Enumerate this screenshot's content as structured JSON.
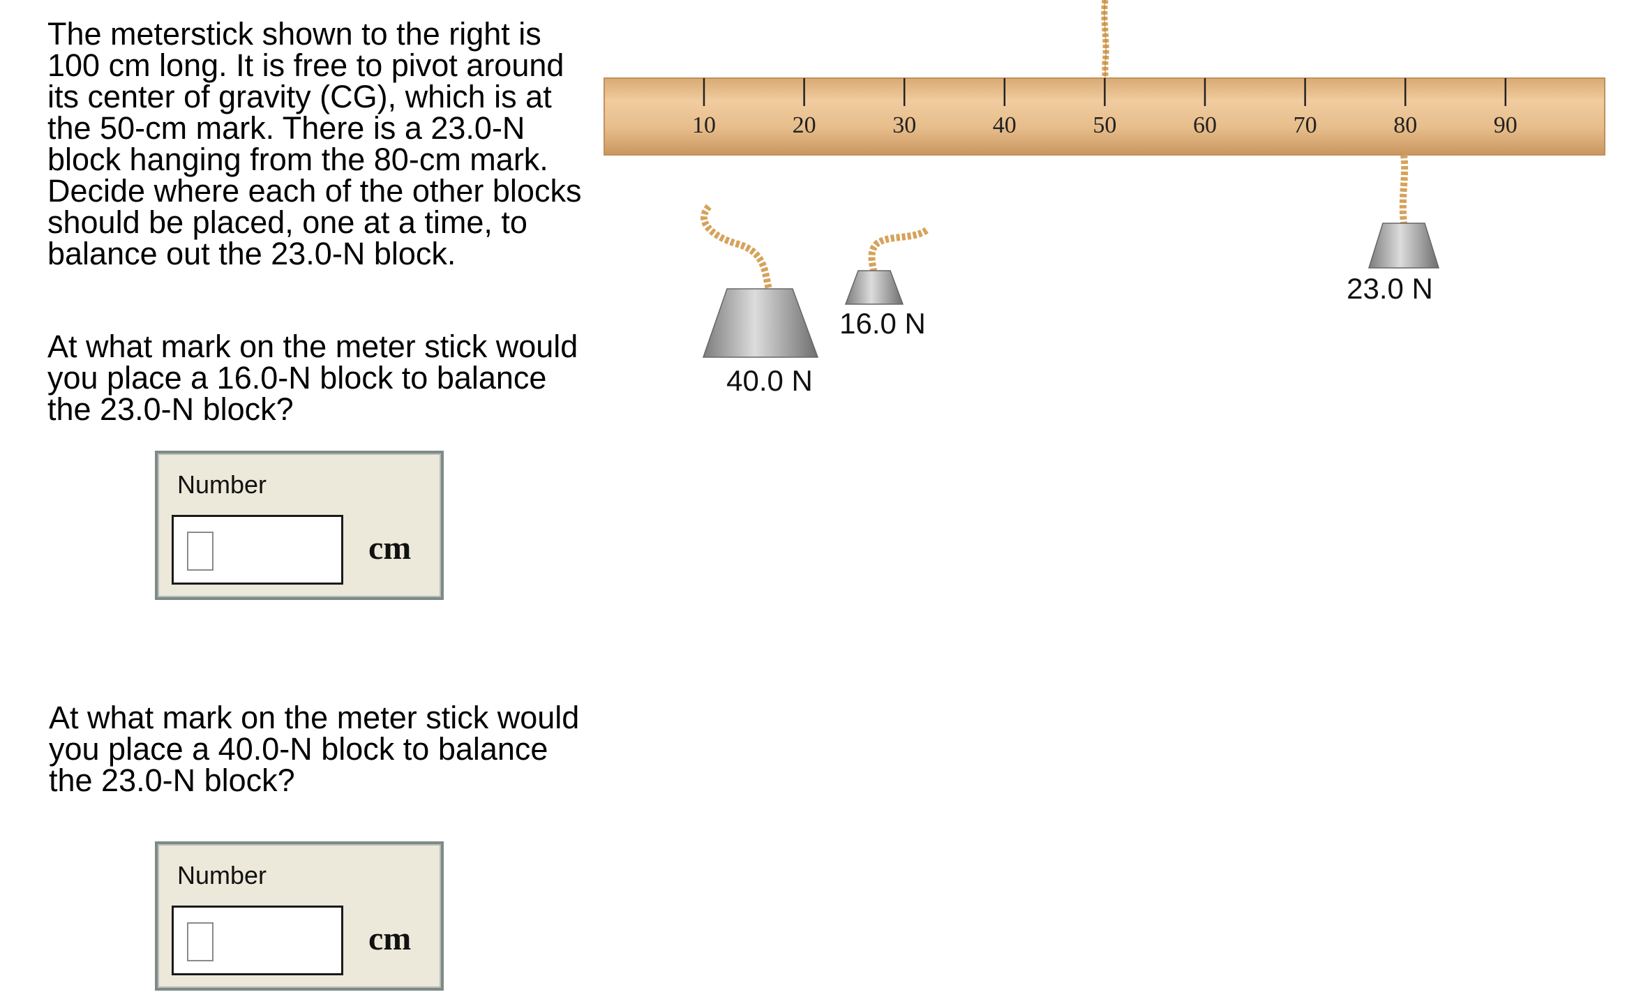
{
  "problem": {
    "intro": "The meterstick shown to the right is 100 cm long. It is free to pivot around its center of gravity (CG), which is at the 50-cm mark. There is a 23.0-N block hanging from the 80-cm mark. Decide where each of the other blocks should be placed, one at a time, to balance out the 23.0-N block.",
    "questions": [
      {
        "text": "At what mark on the meter stick would you place a 16.0-N block to balance the 23.0-N block?",
        "field_label": "Number",
        "value": "",
        "unit": "cm"
      },
      {
        "text": "At what mark on the meter stick would you place a 40.0-N block to balance the 23.0-N block?",
        "field_label": "Number",
        "value": "",
        "unit": "cm"
      }
    ]
  },
  "meterstick": {
    "ticks": [
      "10",
      "20",
      "30",
      "40",
      "50",
      "60",
      "70",
      "80",
      "90"
    ],
    "pivot_mark": 50
  },
  "blocks": {
    "hanging": {
      "label": "23.0 N",
      "mark": 80
    },
    "block_40": {
      "label": "40.0 N"
    },
    "block_16": {
      "label": "16.0 N"
    }
  },
  "colors": {
    "stick": "#e8c193",
    "rope": "#d6a25a",
    "block_gray": "#9a9a9a",
    "panel_bg": "#ece8da",
    "panel_border": "#7e8a86"
  }
}
